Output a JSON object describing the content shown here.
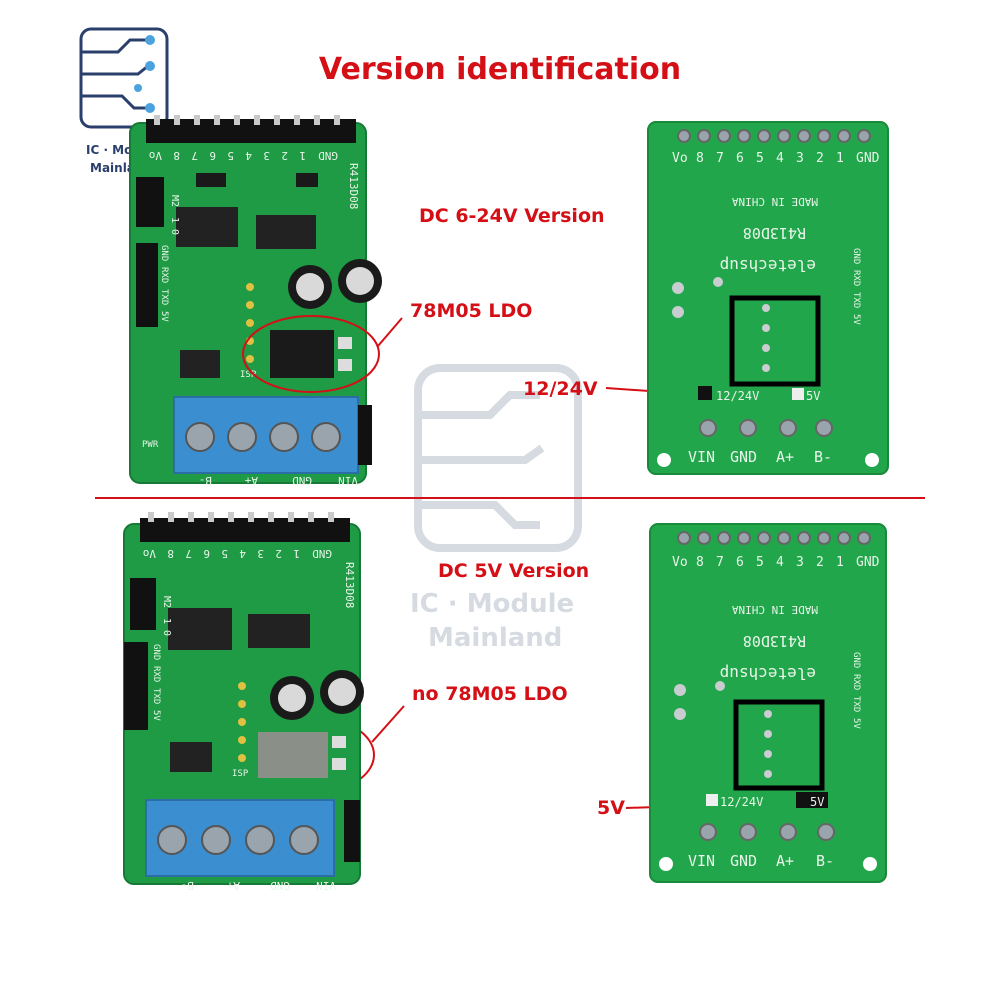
{
  "title": "Version identification",
  "colors": {
    "accent": "#d40f16",
    "pcb_green": "#1f9a45",
    "terminal_blue": "#3b8fd1",
    "logo_blue": "#2a3f6c",
    "watermark": "#cfd4dc"
  },
  "logo": {
    "line1": "IC · Module",
    "line2": "Mainland"
  },
  "watermark": {
    "line1": "IC · Module",
    "line2": "Mainland"
  },
  "top": {
    "version_label": "DC 6-24V Version",
    "component_label": "78M05 LDO",
    "jumper_label": "12/24V"
  },
  "bottom": {
    "version_label": "DC 5V Version",
    "component_label": "no 78M05 LDO",
    "jumper_label": "5V"
  },
  "board_front": {
    "pin_labels": [
      "GND",
      "1",
      "2",
      "3",
      "4",
      "5",
      "6",
      "7",
      "8",
      "Vo"
    ],
    "model": "R413D08",
    "side_labels": [
      "GND",
      "RXD",
      "TXD",
      "5V"
    ],
    "terminals": [
      "B-",
      "A+",
      "GND",
      "VIN"
    ],
    "pwr": "PWR",
    "isp": "ISP",
    "m_labels": [
      "M2",
      "1",
      "0"
    ]
  },
  "board_back": {
    "pin_labels": [
      "GND",
      "1",
      "2",
      "3",
      "4",
      "5",
      "6",
      "7",
      "8",
      "Vo"
    ],
    "made_in": "MADE IN CHINA",
    "model": "R413D08",
    "brand": "eletechsup",
    "jumper_a": "12/24V",
    "jumper_b": "5V",
    "terminals": [
      "VIN",
      "GND",
      "A+",
      "B-"
    ],
    "side_labels": [
      "GND",
      "RXD",
      "TXD",
      "5V"
    ]
  }
}
